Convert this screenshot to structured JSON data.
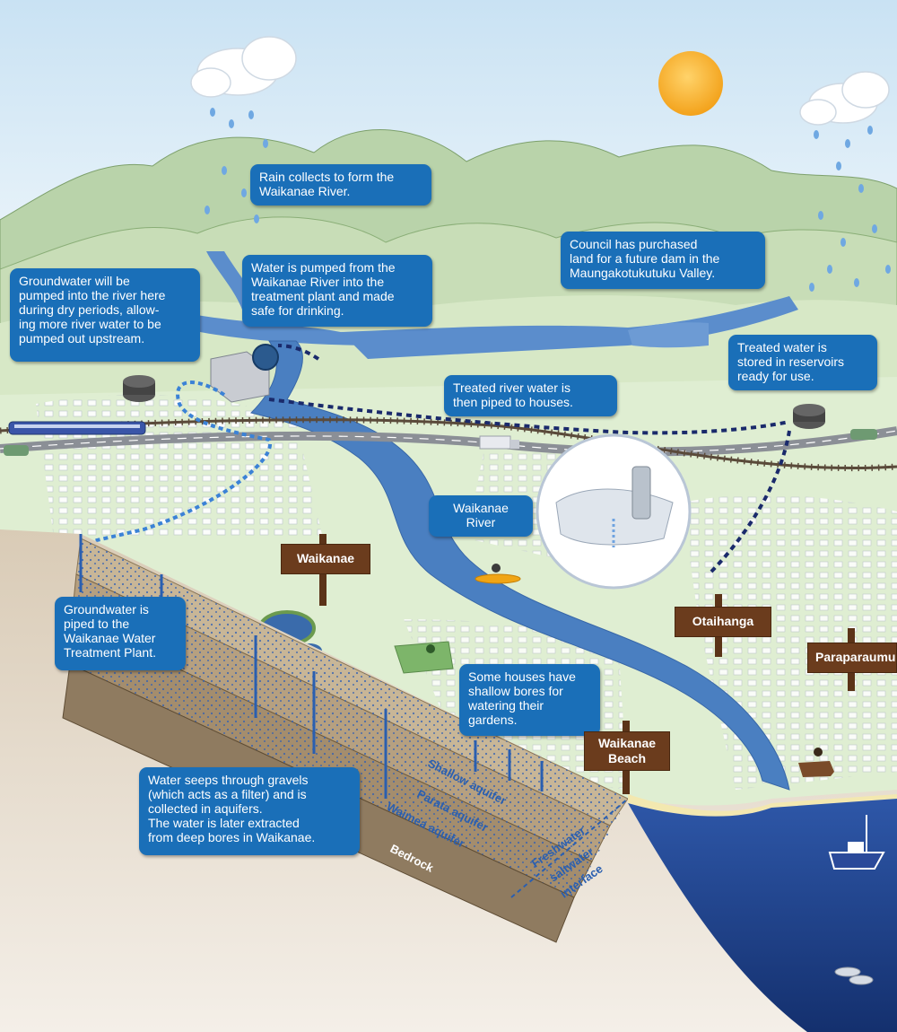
{
  "colors": {
    "callout": "#1a6fb8",
    "sign": "#6b3c1d",
    "river": "#4a7fc1",
    "sea": "#1e3f8c",
    "land": "#d7e8c6",
    "hills": "#a9c999",
    "sky": "#dcecf6",
    "pipe": "#1a2a6b"
  },
  "callouts": {
    "rain": {
      "lines": [
        "Rain collects to form the",
        "Waikanae River."
      ]
    },
    "groundwater_pumped": {
      "lines": [
        "Groundwater will be",
        "pumped into the river here",
        "during dry periods, allow-",
        "ing more river water to be",
        "pumped out upstream."
      ]
    },
    "water_pumped": {
      "lines": [
        "Water is pumped from the",
        "Waikanae River into the",
        "treatment plant and made",
        "safe for drinking."
      ]
    },
    "council": {
      "lines": [
        "Council has purchased",
        "land for a future dam in the",
        "Maungakotukutuku Valley."
      ]
    },
    "treated_stored": {
      "lines": [
        "Treated water is",
        "stored in reservoirs",
        "ready for use."
      ]
    },
    "treated_piped": {
      "lines": [
        "Treated river water is",
        "then piped to houses."
      ]
    },
    "river_label": {
      "lines": [
        "Waikanae",
        "River"
      ]
    },
    "groundwater_piped": {
      "lines": [
        "Groundwater is",
        "piped to the",
        "Waikanae Water",
        "Treatment Plant."
      ]
    },
    "shallow_bores": {
      "lines": [
        "Some houses have",
        "shallow bores for",
        "watering their",
        "gardens."
      ]
    },
    "seeps": {
      "lines": [
        "Water seeps through gravels",
        "(which acts as a filter) and is",
        "collected in aquifers.",
        "The water is later extracted",
        "from deep bores in Waikanae."
      ]
    }
  },
  "signs": {
    "waikanae": {
      "lines": [
        "Waikanae"
      ]
    },
    "otaihanga": {
      "lines": [
        "Otaihanga"
      ]
    },
    "paraparaumu": {
      "lines": [
        "Paraparaumu"
      ]
    },
    "waikanae_beach": {
      "lines": [
        "Waikanae",
        "Beach"
      ]
    }
  },
  "layers": {
    "shallow": "Shallow aquifer",
    "parata": "Parata aquifer",
    "waimea": "Waimea aquifer",
    "bedrock": "Bedrock",
    "freshwater": "Freshwater",
    "saltwater": "saltwater",
    "interface": "interface"
  },
  "icons": [
    "cloud-icon",
    "sun-icon",
    "rain-drop-icon",
    "reservoir-icon",
    "treatment-plant-icon",
    "train-icon",
    "truck-icon",
    "car-icon",
    "kayak-icon",
    "boat-icon",
    "fish-icon",
    "horse-rider-icon",
    "golfer-icon",
    "tap-icon",
    "pond-icon",
    "dam-icon"
  ]
}
